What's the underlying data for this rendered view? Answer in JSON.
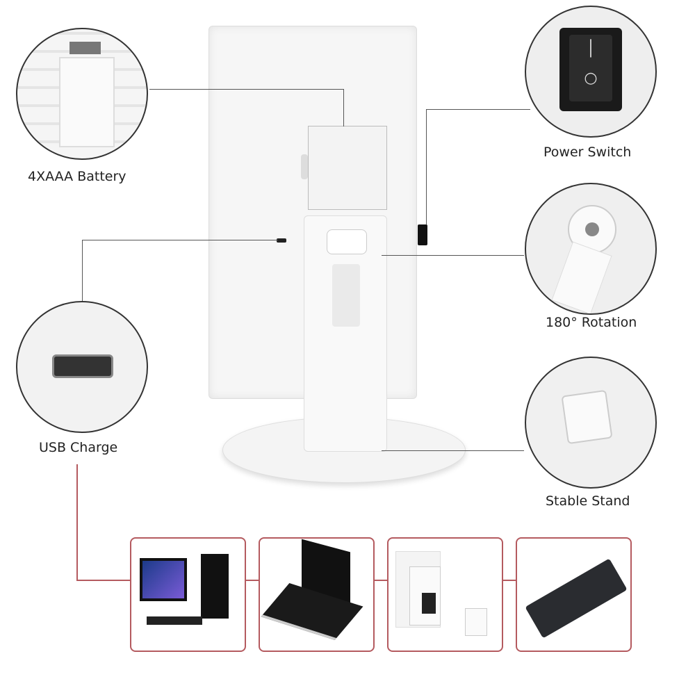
{
  "features": [
    {
      "label": "4XAAA Battery",
      "icon": "battery-compartment"
    },
    {
      "label": "Power Switch",
      "icon": "rocker-switch"
    },
    {
      "label": "USB Charge",
      "icon": "micro-usb-port"
    },
    {
      "label": "180° Rotation",
      "icon": "rotation-hinge"
    },
    {
      "label": "Stable Stand",
      "icon": "stand-base"
    }
  ],
  "charging_sources": [
    {
      "icon": "desktop-computer"
    },
    {
      "icon": "laptop"
    },
    {
      "icon": "wall-adapter"
    },
    {
      "icon": "power-bank"
    }
  ],
  "colors": {
    "connector": "#b45a5f",
    "product": "#f7f7f7"
  }
}
